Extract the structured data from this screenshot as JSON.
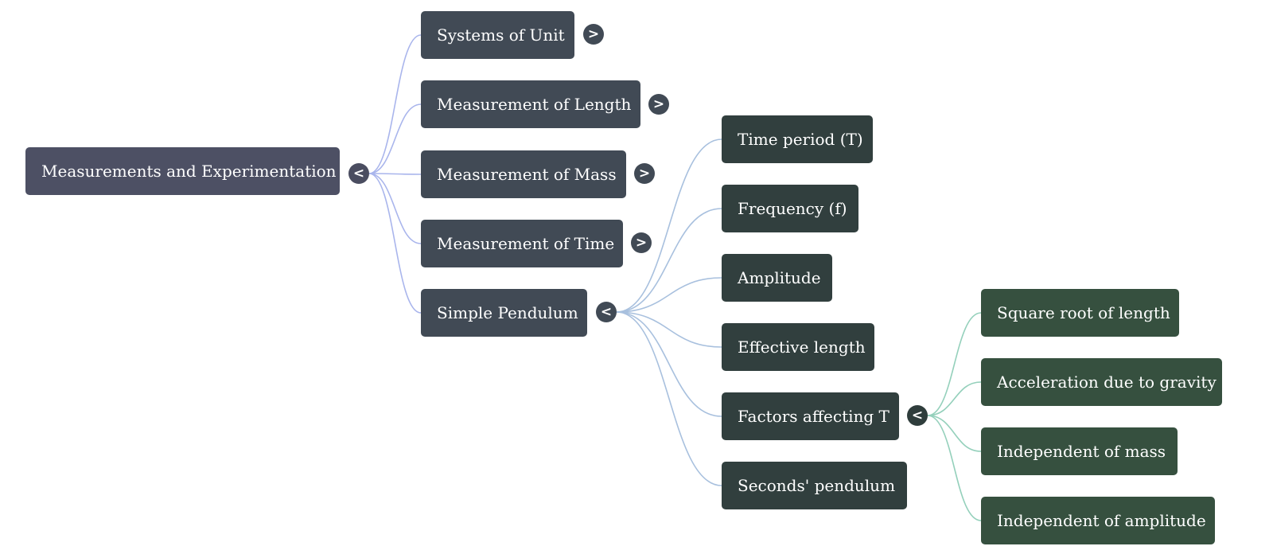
{
  "mindmap": {
    "root": {
      "label": "Measurements and Experimentation",
      "toggle": "<"
    },
    "branches": [
      {
        "label": "Systems of Unit",
        "toggle": ">"
      },
      {
        "label": "Measurement of Length",
        "toggle": ">"
      },
      {
        "label": "Measurement of Mass",
        "toggle": ">"
      },
      {
        "label": "Measurement of Time",
        "toggle": ">"
      },
      {
        "label": "Simple Pendulum",
        "toggle": "<",
        "children": [
          {
            "label": "Time period (T)"
          },
          {
            "label": "Frequency (f)"
          },
          {
            "label": "Amplitude"
          },
          {
            "label": "Effective length"
          },
          {
            "label": "Factors affecting T",
            "toggle": "<",
            "children": [
              {
                "label": "Square root of length"
              },
              {
                "label": "Acceleration due to gravity"
              },
              {
                "label": "Independent of mass"
              },
              {
                "label": "Independent of amplitude"
              }
            ]
          },
          {
            "label": "Seconds' pendulum"
          }
        ]
      }
    ],
    "colors": {
      "link_level1": "#a9b5ec",
      "link_level2": "#a8c0de",
      "link_level3": "#94d0bb"
    }
  }
}
